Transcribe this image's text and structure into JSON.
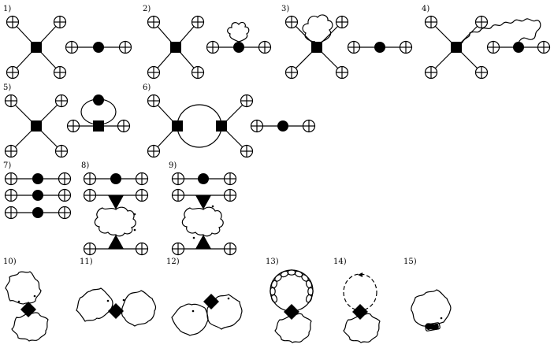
{
  "labels": [
    "1)",
    "2)",
    "3)",
    "4)",
    "5)",
    "6)",
    "7)",
    "8)",
    "9)",
    "10)",
    "11)",
    "12)",
    "13)",
    "14)",
    "15)"
  ]
}
